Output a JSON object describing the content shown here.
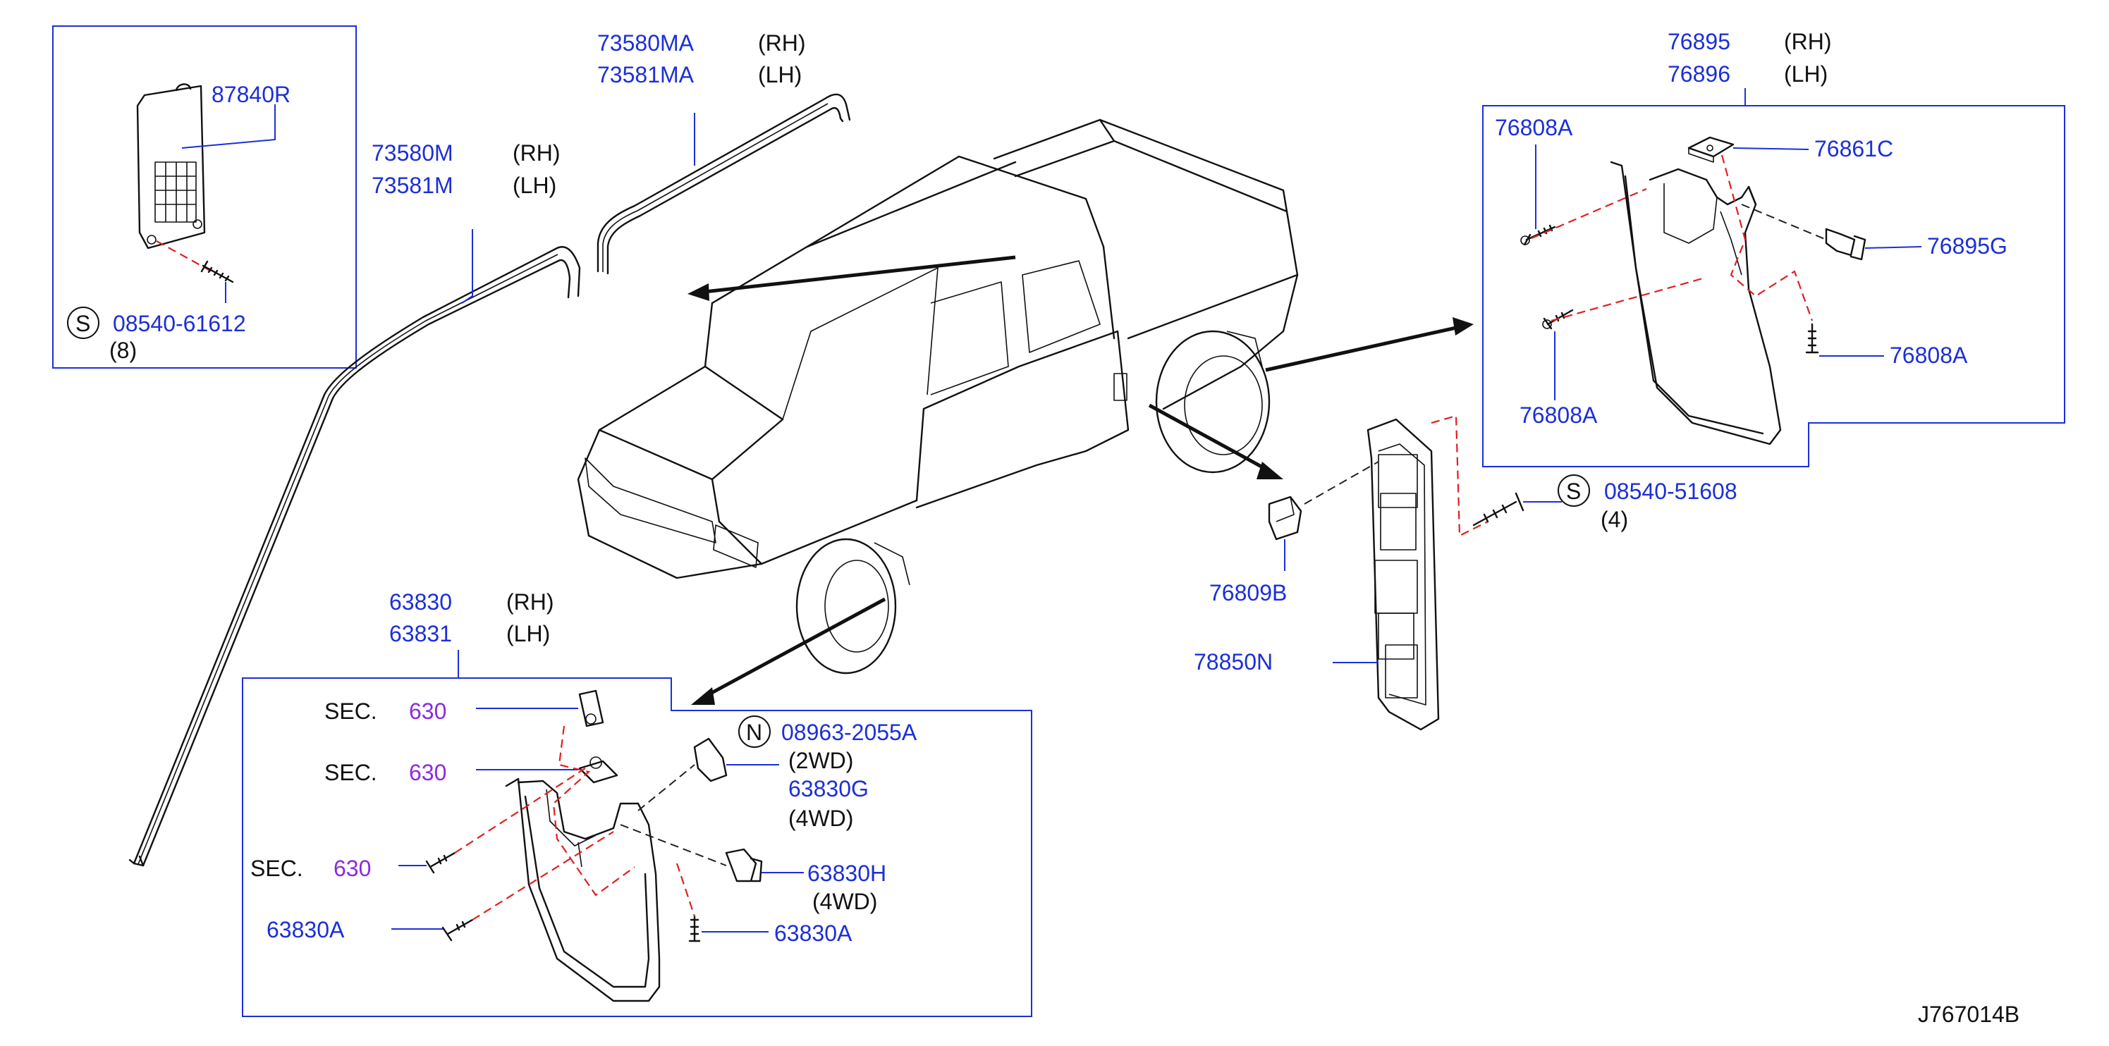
{
  "labels": {
    "p87840r": "87840R",
    "s_top_left": "S",
    "screw_top_left": "08540-61612",
    "qty_top_left": "(8)",
    "p73580ma": "73580MA",
    "p73581ma": "73581MA",
    "rh_a": "(RH)",
    "lh_a": "(LH)",
    "p73580m": "73580M",
    "p73581m": "73581M",
    "rh_b": "(RH)",
    "lh_b": "(LH)",
    "p76895": "76895",
    "p76896": "76896",
    "rh_c": "(RH)",
    "lh_c": "(LH)",
    "p76808a_1": "76808A",
    "p76861c": "76861C",
    "p76895g": "76895G",
    "p76808a_2": "76808A",
    "p76808a_3": "76808A",
    "s_right": "S",
    "screw_right": "08540-51608",
    "qty_right": "(4)",
    "p76809b": "76809B",
    "p78850n": "78850N",
    "p63830": "63830",
    "p63831": "63831",
    "rh_d": "(RH)",
    "lh_d": "(LH)",
    "sec_label_1": "SEC.",
    "sec_num_1": "630",
    "sec_label_2": "SEC.",
    "sec_num_2": "630",
    "sec_label_3": "SEC.",
    "sec_num_3": "630",
    "n_mark": "N",
    "p08963": "08963-2055A",
    "wd2": "(2WD)",
    "p63830g": "63830G",
    "wd4_a": "(4WD)",
    "p63830h": "63830H",
    "wd4_b": "(4WD)",
    "p63830a_1": "63830A",
    "p63830a_2": "63830A",
    "diagram_id": "J767014B"
  },
  "colors": {
    "part_number": "#1c2fd8",
    "section_ref": "#8a2be2",
    "dashed_guide": "#e02020",
    "text": "#111111"
  }
}
